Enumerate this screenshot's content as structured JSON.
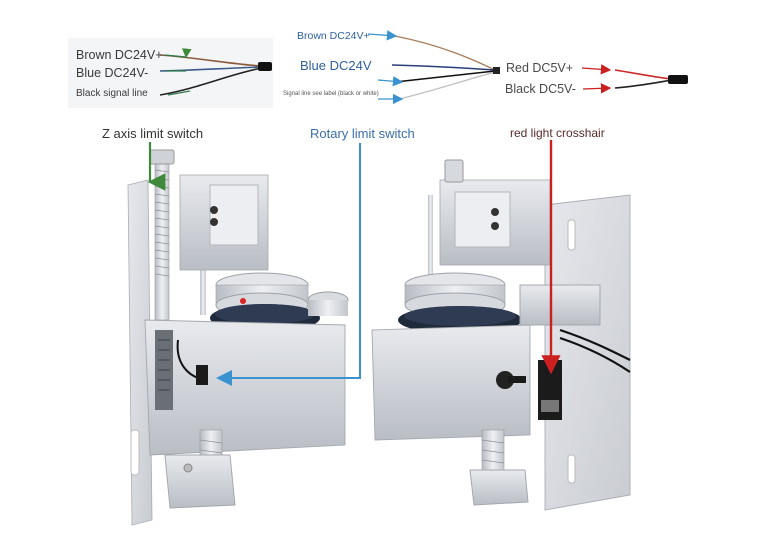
{
  "wiring_left": {
    "brown": "Brown DC24V+",
    "blue": "Blue DC24V-",
    "black": "Black signal line"
  },
  "wiring_center": {
    "brown": "Brown DC24V+",
    "blue": "Blue DC24V",
    "signal": "Signal line see label (black or white)"
  },
  "wiring_right": {
    "red": "Red DC5V+",
    "black": "Black DC5V-"
  },
  "callouts": {
    "z_axis": "Z axis limit switch",
    "rotary": "Rotary limit switch",
    "crosshair": "red light crosshair"
  },
  "colors": {
    "callout_green": "#3f8a3a",
    "callout_blue": "#3a93d0",
    "callout_red": "#cc1f1f",
    "metal": "#d4d7dc",
    "belt": "#1f2a3a"
  }
}
